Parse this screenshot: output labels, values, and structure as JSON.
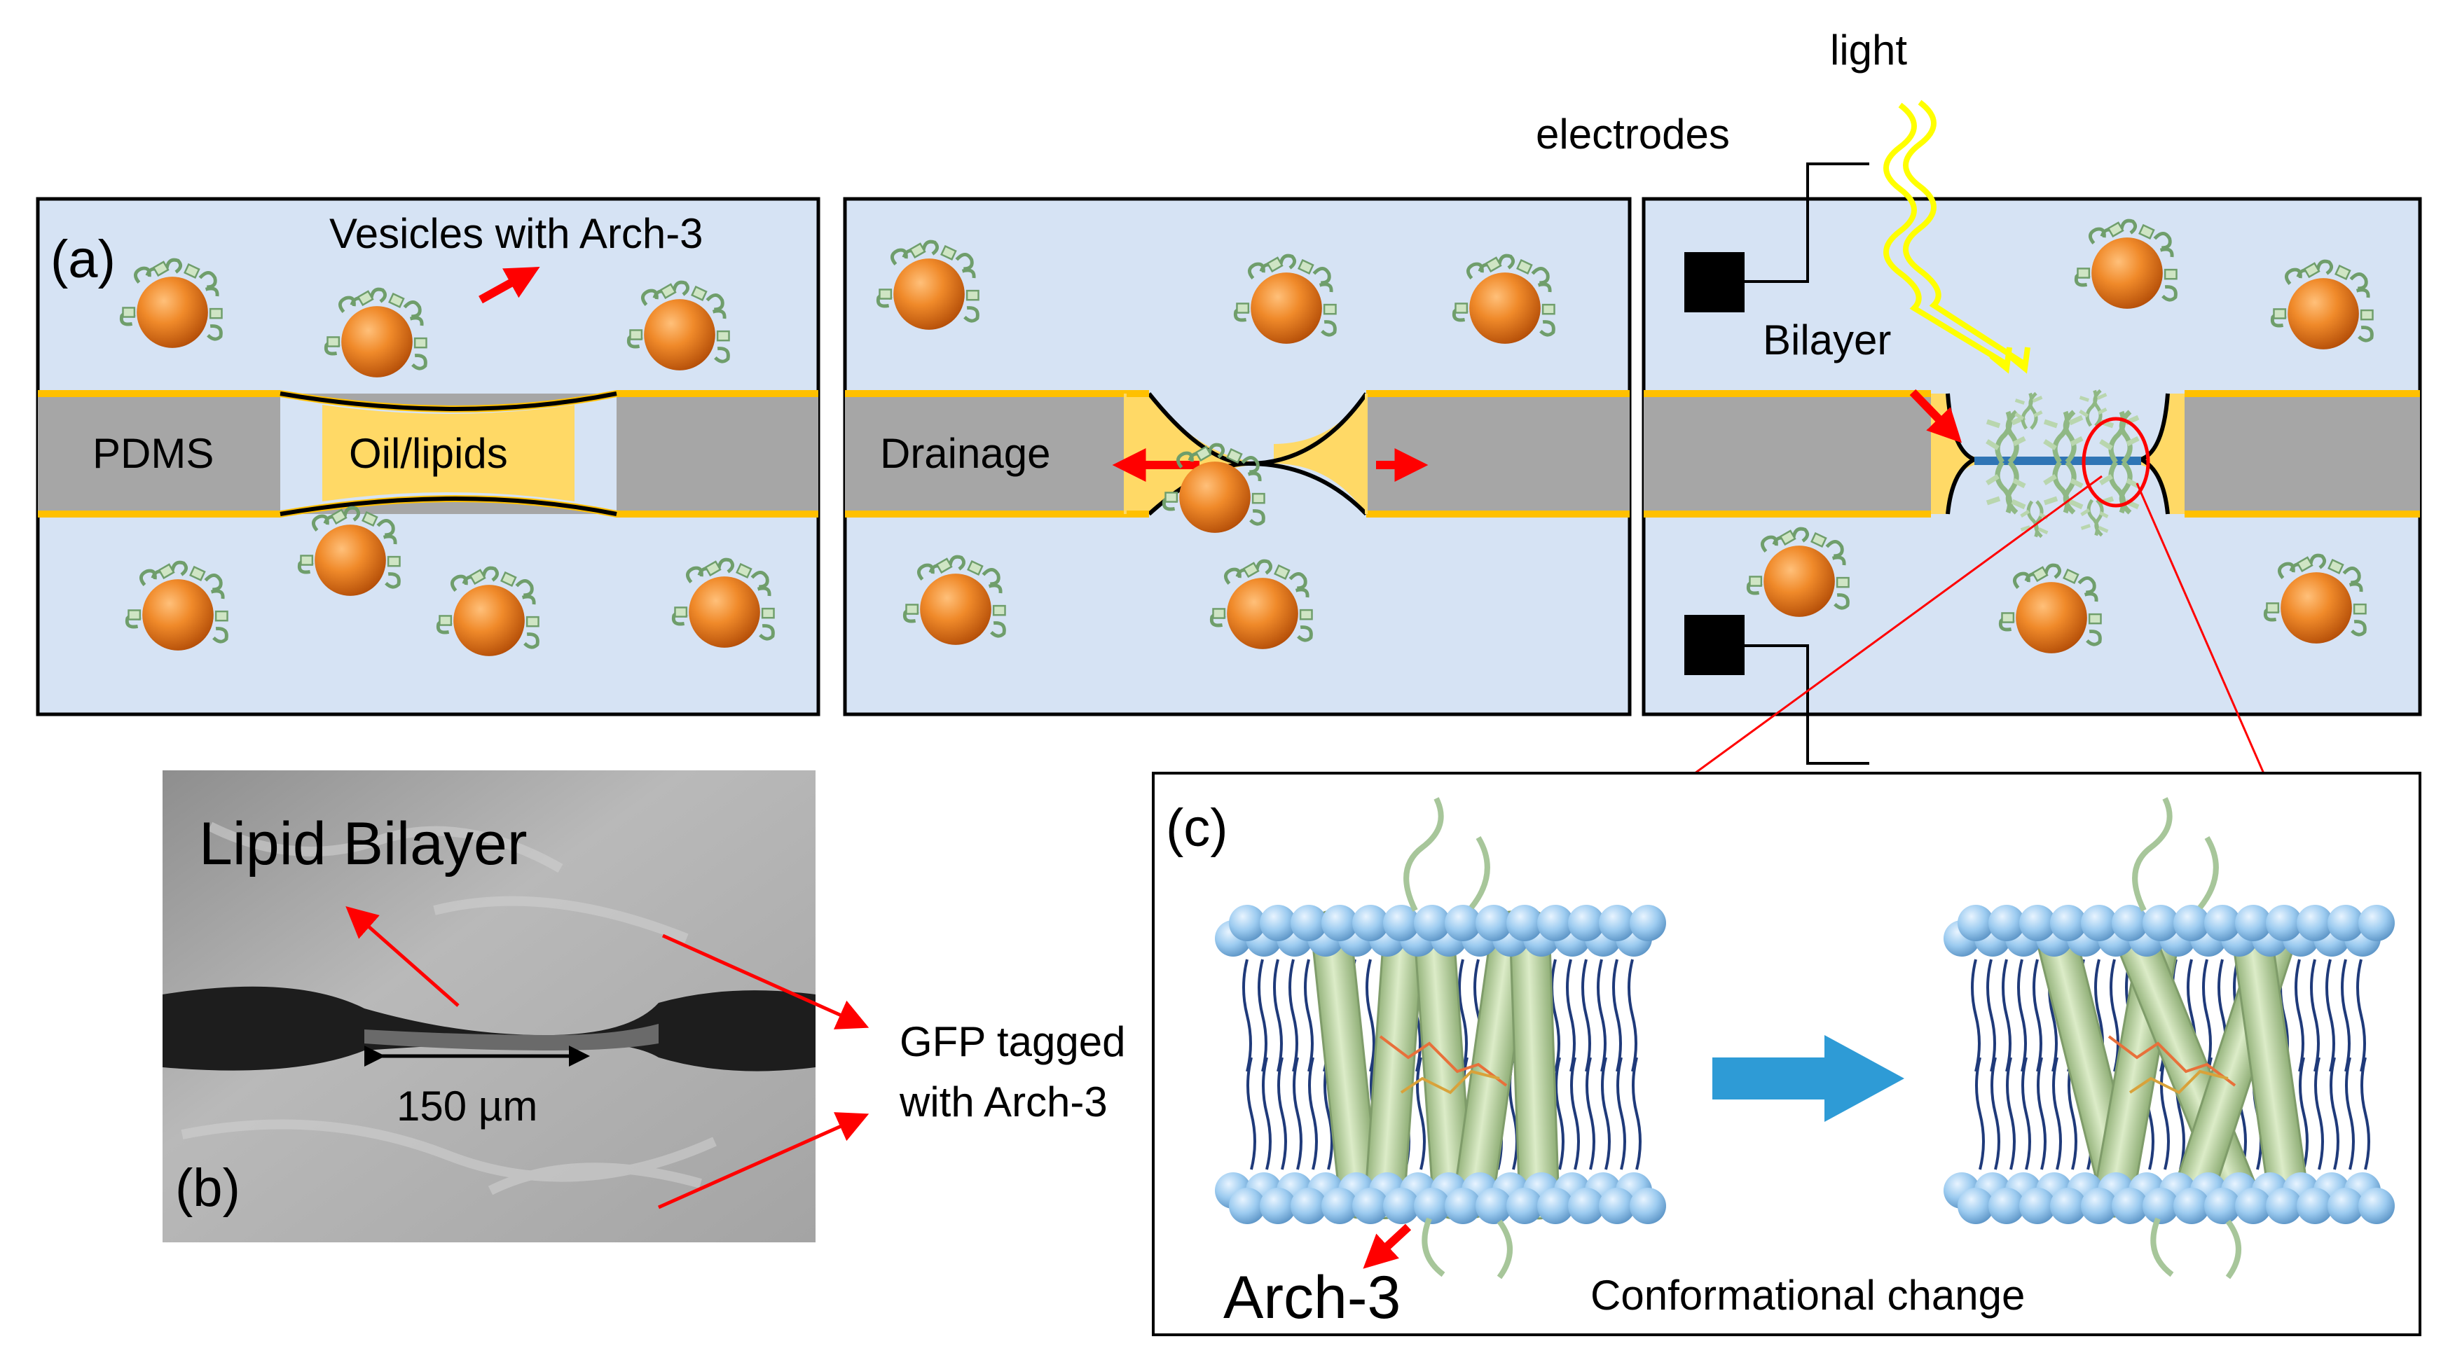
{
  "panel_a": {
    "label": "(a)",
    "vesicles_label": "Vesicles with Arch-3",
    "pdms_label": "PDMS",
    "oil_label": "Oil/lipids",
    "drainage_label": "Drainage",
    "light_label": "light",
    "electrodes_label": "electrodes",
    "bilayer_label": "Bilayer"
  },
  "panel_b": {
    "label": "(b)",
    "title": "Lipid Bilayer",
    "scale_label": "150 µm",
    "gfp_line1": "GFP tagged",
    "gfp_line2": "with Arch-3"
  },
  "panel_c": {
    "label": "(c)",
    "protein_label": "Arch-3",
    "change_label": "Conformational change"
  },
  "colors": {
    "chamber_fill": "#d6e3f4",
    "pdms_gray": "#a6a6a6",
    "oil_yellow": "#ffd966",
    "vesicle_orange": "#ee7d20",
    "arrow_red": "#ff0000",
    "light_yellow": "#ffff00",
    "lipid_head_blue": "#8fc3ec",
    "lipid_tail_navy": "#1f3a7a",
    "helix_green": "#c5dcb0",
    "transition_arrow": "#2e9bd6"
  }
}
